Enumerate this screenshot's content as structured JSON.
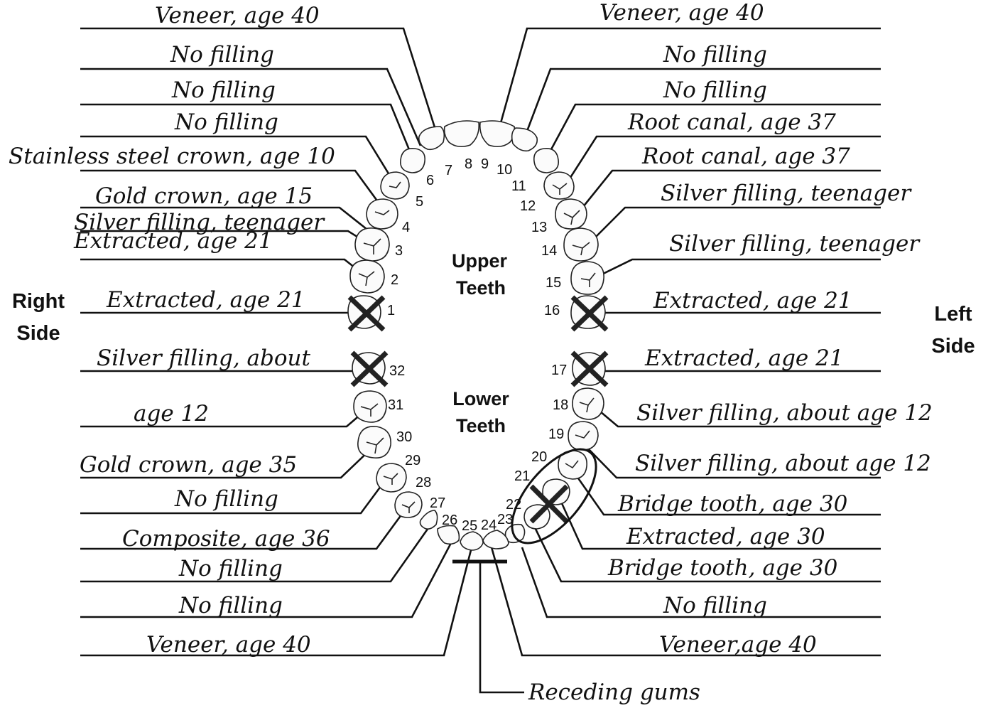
{
  "side_labels": {
    "right": [
      "Right",
      "Side"
    ],
    "left": [
      "Left",
      "Side"
    ]
  },
  "arch_labels": {
    "upper": [
      "Upper",
      "Teeth"
    ],
    "lower": [
      "Lower",
      "Teeth"
    ]
  },
  "tooth_numbers": [
    "1",
    "2",
    "3",
    "4",
    "5",
    "6",
    "7",
    "8",
    "9",
    "10",
    "11",
    "12",
    "13",
    "14",
    "15",
    "16",
    "17",
    "18",
    "19",
    "20",
    "21",
    "22",
    "23",
    "24",
    "25",
    "26",
    "27",
    "28",
    "29",
    "30",
    "31",
    "32"
  ],
  "extracted_teeth": [
    "1",
    "16",
    "17",
    "32",
    "21"
  ],
  "bridge_teeth": [
    "20",
    "21",
    "22"
  ],
  "annotations": [
    "Veneer, age 40",
    "No filling",
    "No filling",
    "No filling",
    "Stainless steel crown, age 10",
    "Gold crown, age 15",
    "Silver filling, teenager",
    "Extracted, age 21",
    "Extracted, age 21",
    "Silver filling, about",
    "age 12",
    "Gold crown, age 35",
    "No filling",
    "Composite, age 36",
    "No filling",
    "No filling",
    "Veneer, age 40",
    "Veneer, age 40",
    "No filling",
    "No filling",
    "Root canal, age 37",
    "Root canal, age 37",
    "Silver filling, teenager",
    "Silver filling, teenager",
    "Extracted, age 21",
    "Extracted, age 21",
    "Silver filling, about age 12",
    "Silver filling, about age 12",
    "Bridge tooth, age 30",
    "Extracted, age 30",
    "Bridge tooth, age 30",
    "No filling",
    "Veneer,age 40"
  ],
  "receding_gums": "Receding gums"
}
